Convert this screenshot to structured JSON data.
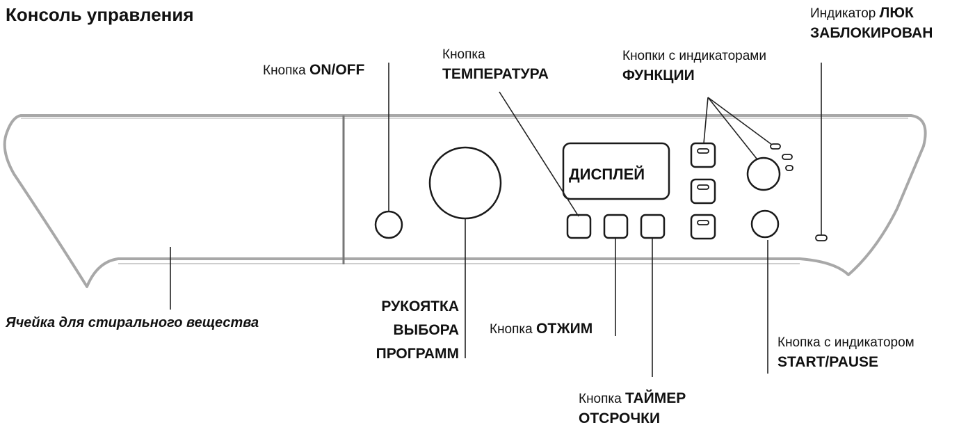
{
  "title": "Консоль управления",
  "labels": {
    "on_off_prefix": "Кнопка",
    "on_off_name": "ON/OFF",
    "temperature_prefix": "Кнопка",
    "temperature_name": "ТЕМПЕРАТУРА",
    "functions_prefix": "Кнопки с индикаторами",
    "functions_name": "ФУНКЦИИ",
    "door_locked_prefix": "Индикатор",
    "door_locked_name_1": "ЛЮК",
    "door_locked_name_2": "ЗАБЛОКИРОВАН",
    "display": "ДИСПЛЕЙ",
    "detergent_drawer": "Ячейка для стирального вещества",
    "program_knob_1": "РУКОЯТКА",
    "program_knob_2": "ВЫБОРА",
    "program_knob_3": "ПРОГРАММ",
    "spin_prefix": "Кнопка",
    "spin_name": "ОТЖИМ",
    "delay_timer_prefix": "Кнопка",
    "delay_timer_name_1": "ТАЙМЕР",
    "delay_timer_name_2": "ОТСРОЧКИ",
    "start_pause_prefix": "Кнопка с индикатором",
    "start_pause_name": "START/PAUSE"
  },
  "colors": {
    "outline": "#1a1a1a",
    "panel_edge": "#a8a8a8",
    "leader": "#222222"
  }
}
